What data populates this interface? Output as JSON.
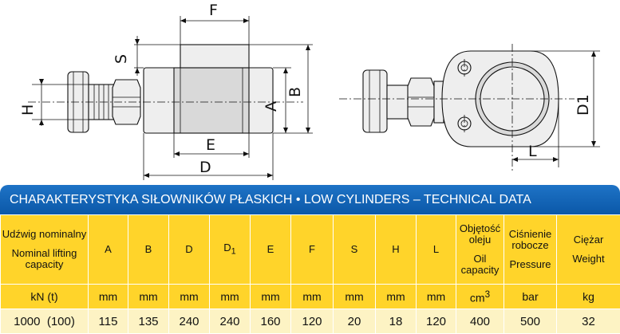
{
  "drawing_labels": {
    "F": "F",
    "S": "S",
    "H": "H",
    "A": "A",
    "B": "B",
    "E": "E",
    "D": "D",
    "D1": "D1",
    "L": "L"
  },
  "table": {
    "title": "CHARAKTERYSTYKA SIŁOWNIKÓW PŁASKICH • LOW CYLINDERS – TECHNICAL DATA",
    "headers": {
      "capacity_pl": "Udźwig nominalny",
      "capacity_en": "Nominal lifting capacity",
      "A": "A",
      "B": "B",
      "D": "D",
      "D1_main": "D",
      "D1_sub": "1",
      "E": "E",
      "F": "F",
      "S": "S",
      "H": "H",
      "L": "L",
      "oil_pl": "Objętość oleju",
      "oil_en": "Oil capacity",
      "pressure_pl": "Ciśnienie robocze",
      "pressure_en": "Pressure",
      "weight_pl": "Ciężar",
      "weight_en": "Weight"
    },
    "units": {
      "capacity": "kN (t)",
      "A": "mm",
      "B": "mm",
      "D": "mm",
      "D1": "mm",
      "E": "mm",
      "F": "mm",
      "S": "mm",
      "H": "mm",
      "L": "mm",
      "oil_base": "cm",
      "oil_sup": "3",
      "pressure": "bar",
      "weight": "kg"
    },
    "row": {
      "capacity": "1000  (100)",
      "A": "115",
      "B": "135",
      "D": "240",
      "D1": "240",
      "E": "160",
      "F": "120",
      "S": "20",
      "H": "18",
      "L": "120",
      "oil": "400",
      "pressure": "500",
      "weight": "32"
    }
  }
}
